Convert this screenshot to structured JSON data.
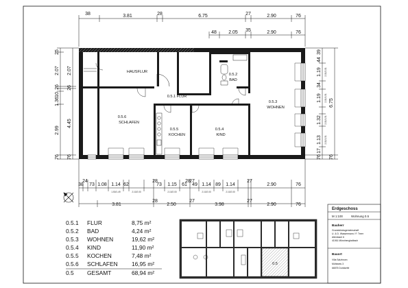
{
  "dims_top_outer": [
    "38",
    "3.81",
    "28",
    "6.75",
    "27",
    "2.90",
    "76"
  ],
  "dims_top_inner": [
    "48",
    "2.05",
    "35",
    "2.90",
    "76"
  ],
  "dims_bottom_fine": [
    "38",
    "24",
    "73",
    "1.08",
    "1.14",
    "62",
    "28",
    "73",
    "1.15",
    "61",
    "28",
    "27",
    "49",
    "1.14",
    "89",
    "1.14",
    "27",
    "2.90",
    "76"
  ],
  "dims_bottom_mid": [
    "3.81",
    "28",
    "2.50",
    "27",
    "3.98",
    "27",
    "2.90",
    "76"
  ],
  "sill_labels": [
    "1.50/1.49",
    "2.10/2.00",
    "2.10/2.00",
    "2.10/2.00",
    "2.10/2.00"
  ],
  "dims_left_outer": [
    "25",
    "2.07",
    "26",
    "10",
    "1.36",
    "2.99",
    "76"
  ],
  "dims_left_inner": [
    "2.07",
    "26",
    "4.45",
    "76"
  ],
  "dims_right_outer": [
    "39",
    "44",
    "1.19",
    "34",
    "1.19",
    "1.32",
    "1.13",
    "17",
    "76"
  ],
  "dims_right_inner": [
    "6.75",
    "76"
  ],
  "right_sill_labels": [
    "2.01/2.01",
    "2.01/1.51",
    "2.01/1.51",
    "2.01/1.51"
  ],
  "rooms": {
    "hausflur": "HAUSFLUR",
    "flur": "0.5.1  FLUR",
    "bad_no": "0.5.2",
    "bad": "BAD",
    "wohnen_no": "0.5.3",
    "wohnen": "WOHNEN",
    "schlafen_no": "0.5.6",
    "schlafen": "SCHLAFEN",
    "kochen_no": "0.5.5",
    "kochen": "KOCHEN",
    "kind_no": "0.5.4",
    "kind": "KIND"
  },
  "legend": [
    {
      "no": "0.5.1",
      "name": "FLUR",
      "area": "8,75 m²"
    },
    {
      "no": "0.5.2",
      "name": "BAD",
      "area": "4,24 m²"
    },
    {
      "no": "0.5.3",
      "name": "WOHNEN",
      "area": "19,62 m²"
    },
    {
      "no": "0.5.4",
      "name": "KIND",
      "area": "11,90 m²"
    },
    {
      "no": "0.5.5",
      "name": "KOCHEN",
      "area": "7,48 m²"
    },
    {
      "no": "0.5.6",
      "name": "SCHLAFEN",
      "area": "16,95 m²"
    },
    {
      "no": "0.5",
      "name": "GESAMT",
      "area": "68,94 m²"
    }
  ],
  "key_plan_unit": "0.5",
  "title_block": {
    "title": "Erdgeschoss",
    "scale": "M 1:100",
    "unit": "Wohnung 0.5",
    "owner_heading": "Bauherr",
    "owner_lines": [
      "Grundstücksgemeinschaft",
      "U. & D. Wassermann / F. Treer",
      "Altenbach 6",
      "41061 Mönchengladbach"
    ],
    "site_heading": "Bauort",
    "site_lines": [
      "Villa Salzbrunn",
      "Mühlweis 3",
      "66575 Dortdorfel"
    ]
  },
  "colors": {
    "ink": "#111111",
    "wall": "#1a1a1a",
    "hatch": "#b0b0b0",
    "paper": "#ffffff"
  }
}
